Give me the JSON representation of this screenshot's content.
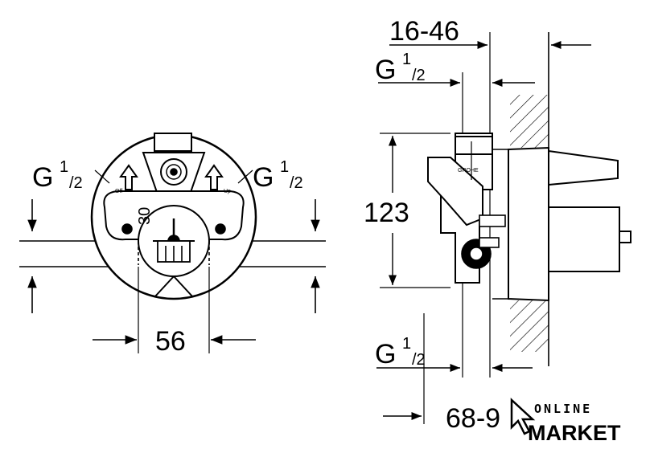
{
  "front_view": {
    "thread_left": {
      "main": "G",
      "sup": "1",
      "sub": "/2"
    },
    "thread_right": {
      "main": "G",
      "sup": "1",
      "sub": "/2"
    },
    "width_dim": "56",
    "angle_label": "30",
    "label_off": "Off",
    "label_up": "Up"
  },
  "side_view": {
    "depth_range_top": "16-46",
    "thread_top": {
      "main": "G",
      "sup": "1",
      "sub": "/2"
    },
    "height_dim": "123",
    "thread_bottom": {
      "main": "G",
      "sup": "1",
      "sub": "/2"
    },
    "depth_range_bottom": "68-9",
    "body_logo": "GROHE"
  },
  "watermark": {
    "top": "ONLINE",
    "bottom": "MARKET"
  }
}
